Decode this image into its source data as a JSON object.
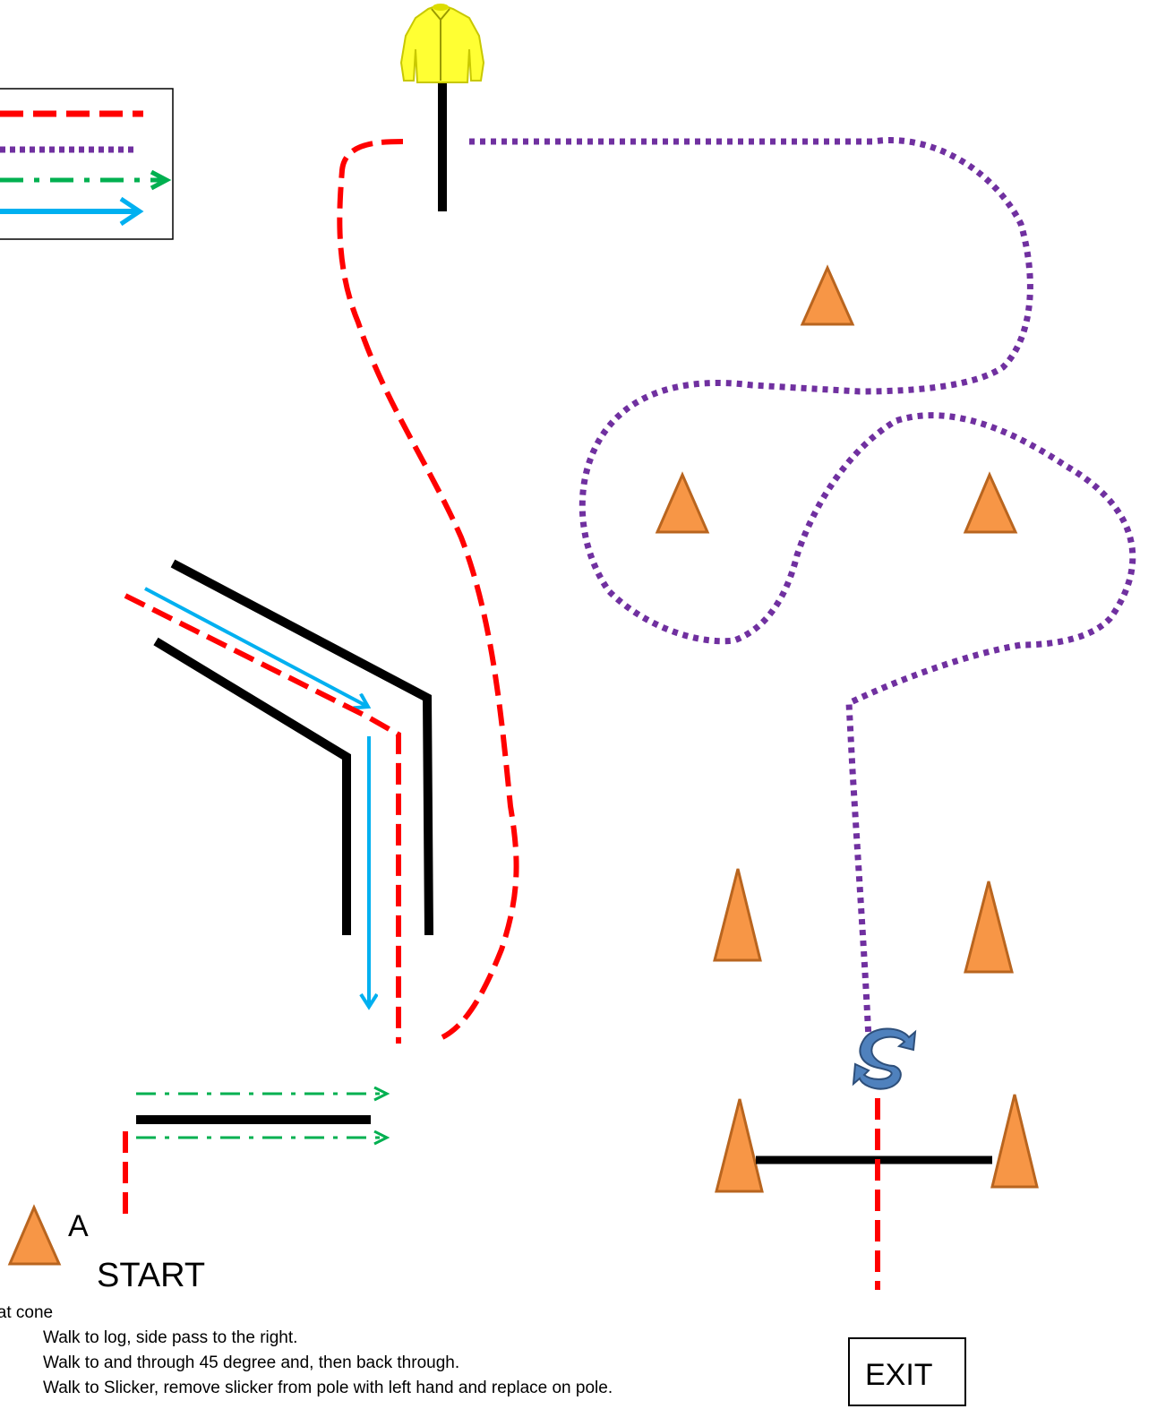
{
  "labels": {
    "cone_marker": "A",
    "start": "START",
    "exit": "EXIT"
  },
  "instructions": {
    "first_line": "y at cone",
    "steps": [
      "Walk to log, side pass to the right.",
      "Walk to and through 45 degree and, then back through.",
      "Walk to Slicker, remove slicker from pole with left hand and replace on pole."
    ]
  },
  "colors": {
    "red_dashed": "#ff0000",
    "purple_dotted": "#7030a0",
    "green_dashdot": "#00b050",
    "blue_solid": "#00b0f0",
    "cone_fill": "#f79646",
    "cone_stroke": "#b9651f",
    "pole": "#000000",
    "slicker": "#ffff33",
    "spin_icon": "#4f81bd"
  },
  "icons": [
    "cone-icon",
    "slicker-jacket-icon",
    "spin-arrow-icon",
    "arrowhead-icon"
  ]
}
